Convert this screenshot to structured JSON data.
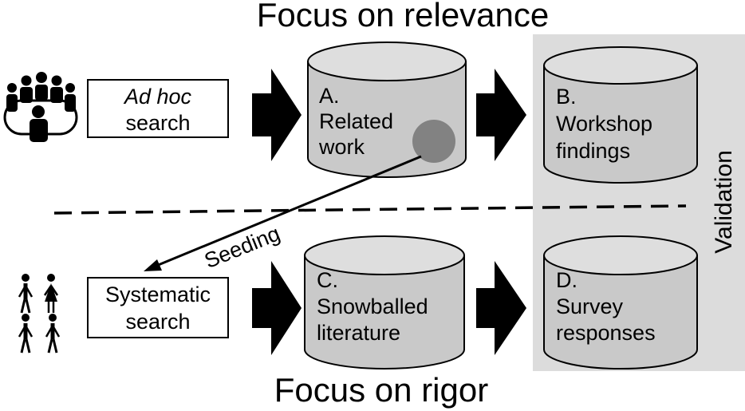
{
  "title_top": "Focus on relevance",
  "title_bottom": "Focus on rigor",
  "validation_label": "Validation",
  "seeding_label": "Seeding",
  "searches": {
    "adhoc": {
      "line1": "Ad hoc",
      "line2": "search"
    },
    "systematic": {
      "line1": "Systematic",
      "line2": "search"
    }
  },
  "stores": {
    "a": {
      "line1": "A.",
      "line2": "Related",
      "line3": "work"
    },
    "b": {
      "line1": "B.",
      "line2": "Workshop",
      "line3": "findings"
    },
    "c": {
      "line1": "C.",
      "line2": "Snowballed",
      "line3": "literature"
    },
    "d": {
      "line1": "D.",
      "line2": "Survey",
      "line3": "responses"
    }
  },
  "icons": {
    "workshop": "group-meeting-icon",
    "researchers": "people-icon"
  },
  "colors": {
    "cylinder_body": "#c9c9c9",
    "cylinder_top": "#dedede",
    "validation_band": "#dcdcdc",
    "seed_circle": "#828282",
    "arrow": "#000000"
  }
}
